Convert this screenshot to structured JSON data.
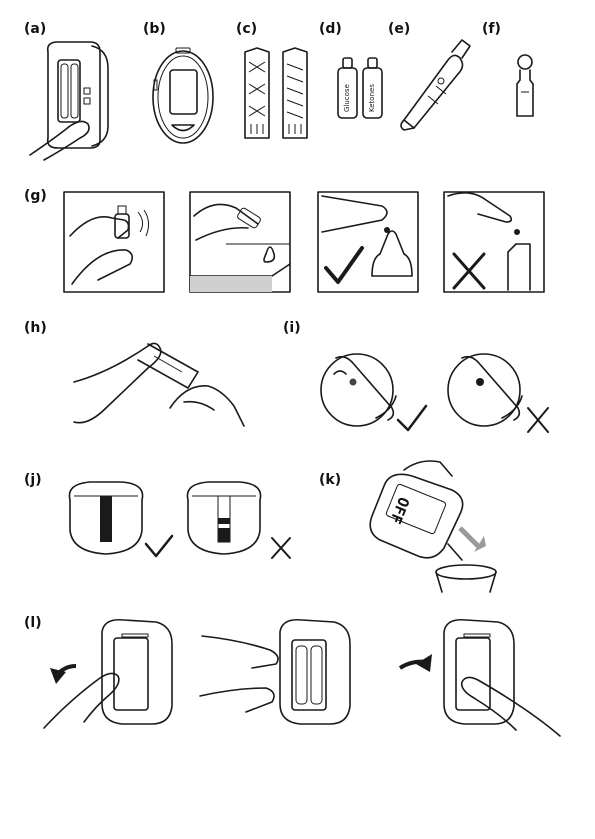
{
  "panels": {
    "a": "(a)",
    "b": "(b)",
    "c": "(c)",
    "d": "(d)",
    "e": "(e)",
    "f": "(f)",
    "g": "(g)",
    "h": "(h)",
    "i": "(i)",
    "j": "(j)",
    "k": "(k)",
    "l": "(l)"
  },
  "vials": {
    "glucose": "Glucose",
    "ketones": "Ketones"
  },
  "display": {
    "off": "OFF"
  }
}
